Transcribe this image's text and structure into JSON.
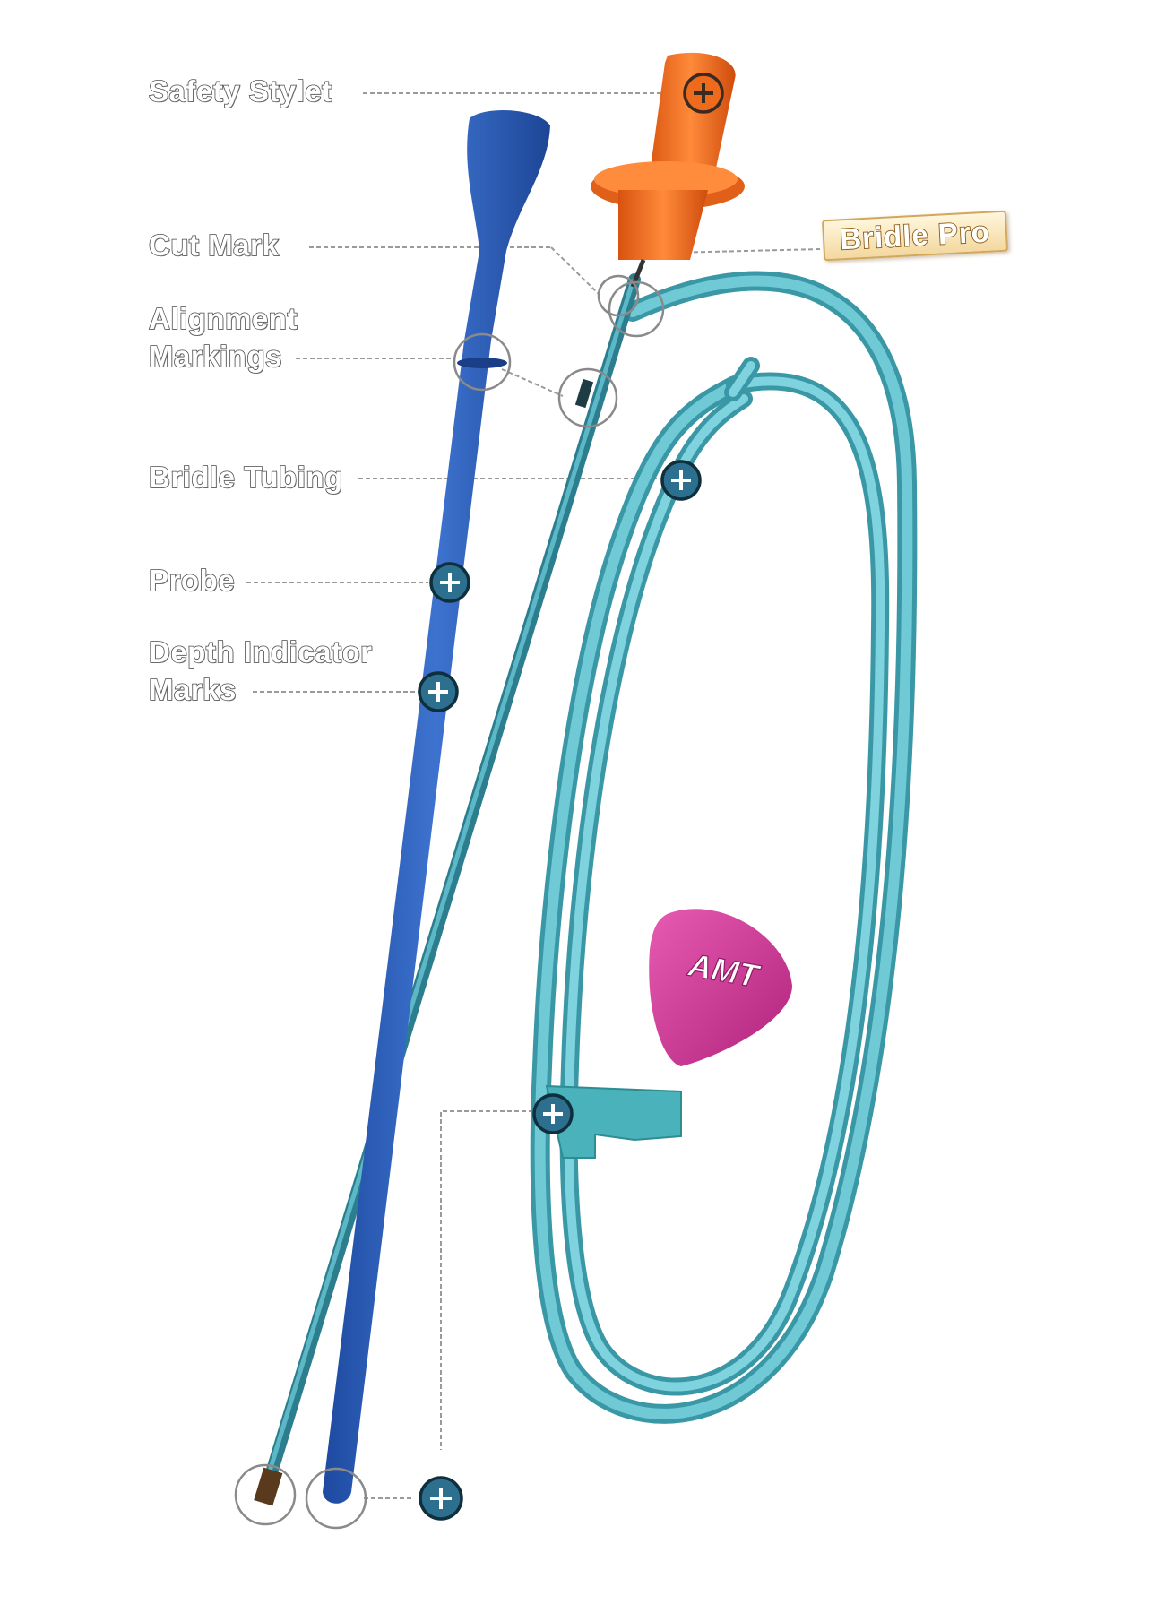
{
  "product": {
    "name": "Bridle Pro"
  },
  "labels": {
    "safety_stylet": "Safety Stylet",
    "cut_mark": "Cut Mark",
    "alignment_markings_1": "Alignment",
    "alignment_markings_2": "Markings",
    "bridle_tubing": "Bridle Tubing",
    "probe": "Probe",
    "depth_indicator_1": "Depth Indicator",
    "depth_indicator_2": "Marks"
  },
  "logo": {
    "text": "AMT"
  },
  "colors": {
    "probe": "#2f5fb8",
    "tubing": "#4fb3c2",
    "stylet": "#ee6a1c",
    "clip": "#49b2ba",
    "logo": "#d23f9a",
    "hotspot": "#2c6f8e",
    "leader": "#9a9a9a"
  },
  "icons": {
    "hotspot": "plus-circle-icon"
  }
}
